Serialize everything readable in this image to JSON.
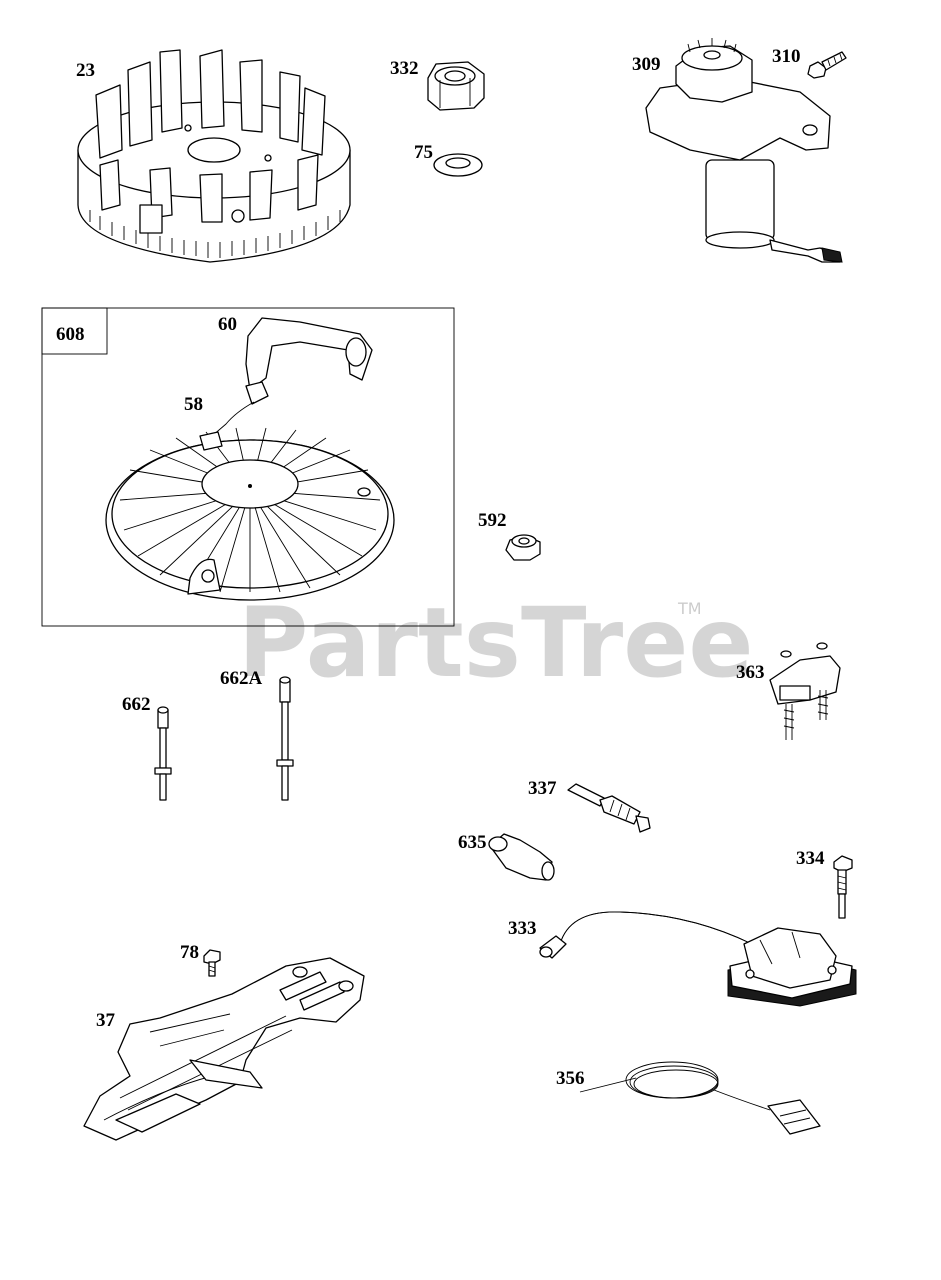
{
  "watermark": {
    "text": "PartsTree",
    "trademark": "TM"
  },
  "callouts": {
    "p23": "23",
    "p332": "332",
    "p75": "75",
    "p309": "309",
    "p310": "310",
    "p608": "608",
    "p60": "60",
    "p58": "58",
    "p592": "592",
    "p662": "662",
    "p662a": "662A",
    "p363": "363",
    "p337": "337",
    "p635": "635",
    "p334": "334",
    "p333": "333",
    "p78": "78",
    "p37": "37",
    "p356": "356"
  }
}
